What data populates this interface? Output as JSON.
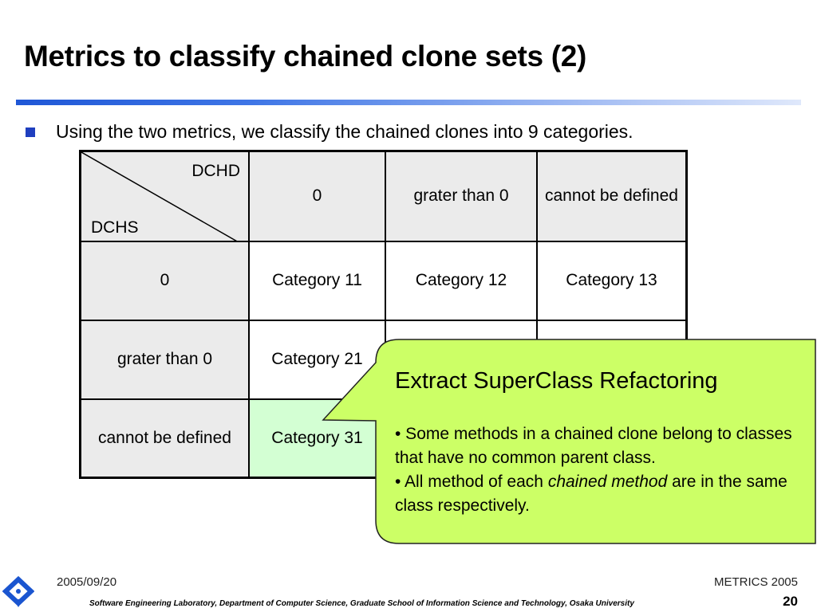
{
  "title": "Metrics to classify chained clone sets (2)",
  "bullet": "Using the two metrics, we classify the chained clones into 9 categories.",
  "table": {
    "corner_top": "DCHD",
    "corner_bottom": "DCHS",
    "columns": [
      "0",
      "grater than 0",
      "cannot be defined"
    ],
    "rows": [
      {
        "label": "0",
        "cells": [
          "Category 11",
          "Category 12",
          "Category 13"
        ]
      },
      {
        "label": "grater than 0",
        "cells": [
          "Category 21",
          "",
          ""
        ]
      },
      {
        "label": "cannot be defined",
        "cells": [
          "Category 31",
          "",
          ""
        ]
      }
    ],
    "highlight_color": "#d3ffd3"
  },
  "callout": {
    "title": "Extract SuperClass Refactoring",
    "point1": "• Some methods in a chained clone belong to classes that have no common parent class.",
    "point2_before": "• All method of each ",
    "point2_emph": "chained method",
    "point2_after": " are in the same class respectively.",
    "fill_color": "#ccff66"
  },
  "footer": {
    "date": "2005/09/20",
    "conference": "METRICS 2005",
    "lab": "Software Engineering Laboratory,  Department of Computer Science,  Graduate School of Information Science and Technology,  Osaka University",
    "page": "20",
    "logo_icon": "osaka-university-logo-icon"
  }
}
